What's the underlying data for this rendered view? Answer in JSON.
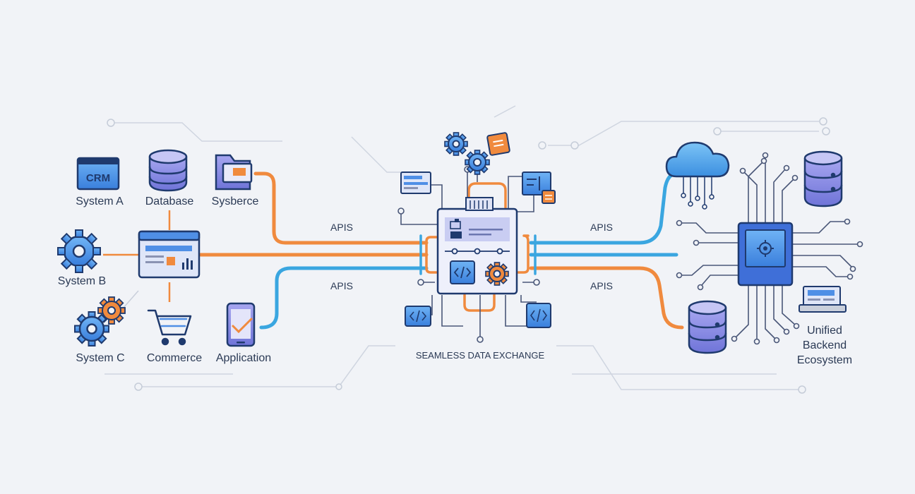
{
  "nodes": {
    "system_a": {
      "icon_text": "CRM",
      "label": "System A"
    },
    "database": {
      "label": "Database"
    },
    "sysberce": {
      "label": "Sysberce"
    },
    "system_b": {
      "label": "System B"
    },
    "system_c": {
      "label": "System C"
    },
    "commerce": {
      "label": "Commerce"
    },
    "application": {
      "label": "Application"
    },
    "unified": {
      "label_line1": "Unified",
      "label_line2": "Backend",
      "label_line3": "Ecosystem"
    }
  },
  "connectors": {
    "apis_left_top": "APIS",
    "apis_left_bottom": "APIS",
    "apis_right_top": "APIS",
    "apis_right_bottom": "APIS"
  },
  "hub": {
    "caption": "SEAMLESS DATA EXCHANGE"
  },
  "colors": {
    "orange": "#f08a3e",
    "blue": "#3aa6e0",
    "navy": "#1f3a6e",
    "icon_blue": "#4f8fe6",
    "light_gray": "#c9cfdb"
  }
}
